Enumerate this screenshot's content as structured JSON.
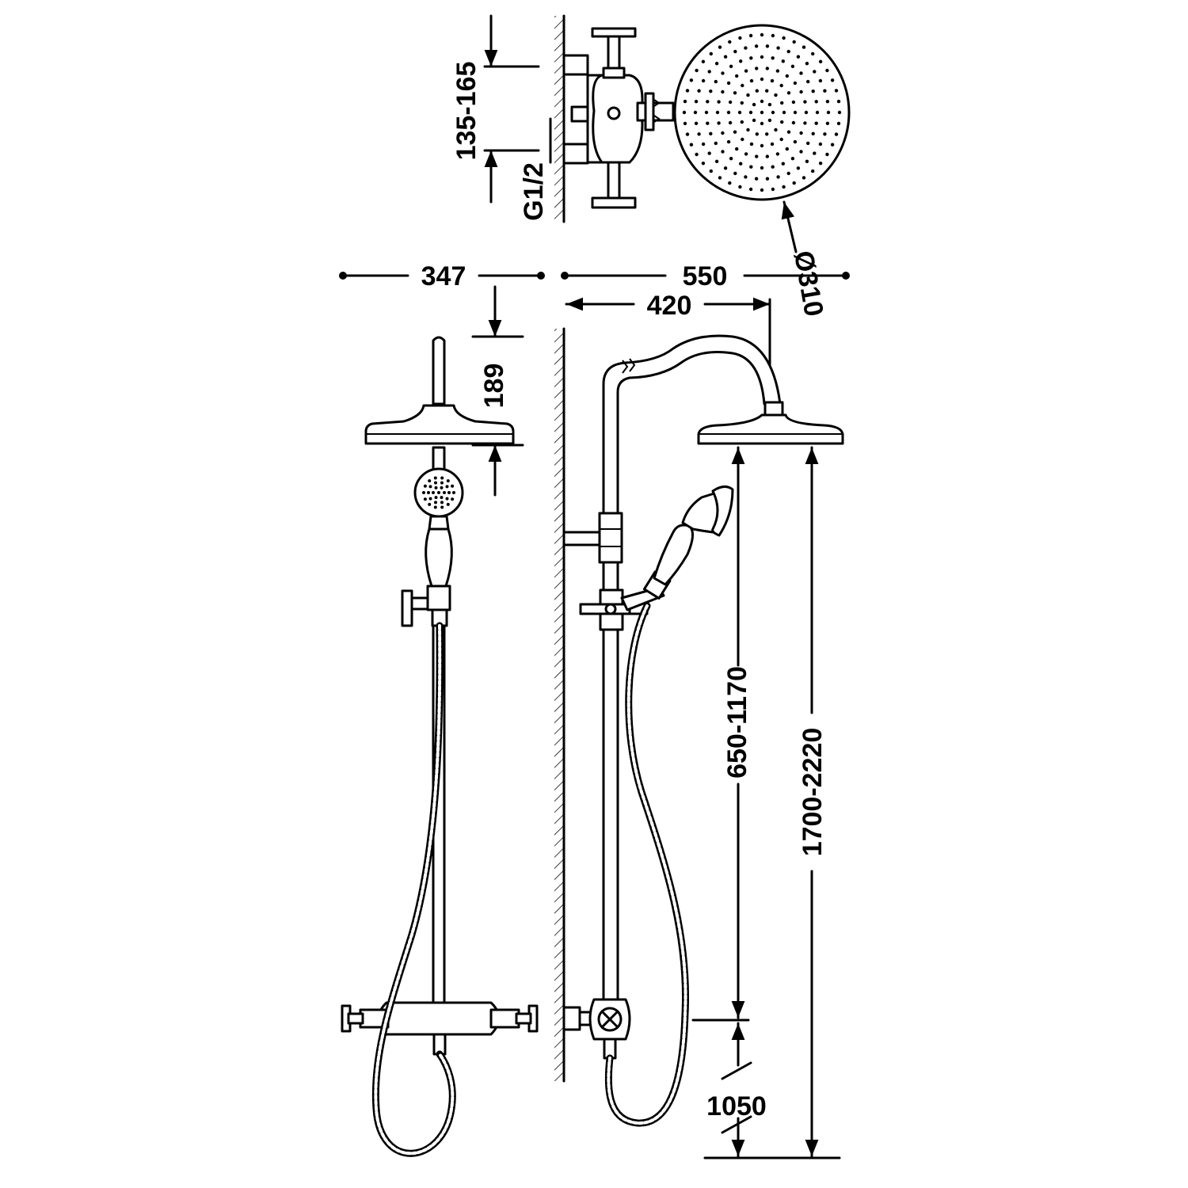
{
  "dimensions": {
    "outlet_spacing": "135-165",
    "inlet_thread": "G1/2",
    "head_diameter": "Ø310",
    "front_width": "347",
    "total_projection": "550",
    "arm_projection": "420",
    "head_height": "189",
    "handshower_range": "650-1170",
    "column_height": "1700-2220",
    "mixer_height": "1050"
  },
  "colors": {
    "line": "#000000",
    "background": "#ffffff"
  }
}
